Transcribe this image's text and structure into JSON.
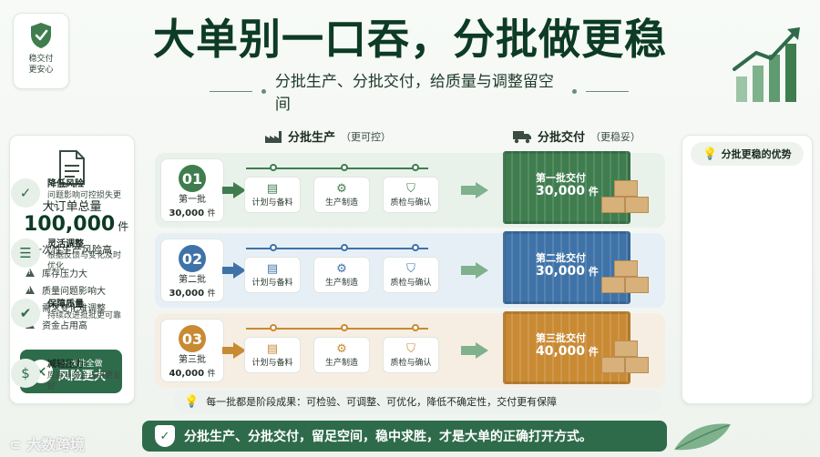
{
  "header": {
    "badge_line1": "稳交付",
    "badge_line2": "更安心",
    "title": "大单别一口吞，分批做更稳",
    "subtitle": "分批生产、分批交付，给质量与调整留空间"
  },
  "left_card": {
    "label": "大订单总量",
    "total": "100,000",
    "unit": "件",
    "risk_title": "一次性生产风险高",
    "risks": [
      "库存压力大",
      "质量问题影响大",
      "需求变化难调整",
      "资金占用高"
    ],
    "danger_line1": "一次性全做",
    "danger_line2": "风险更大"
  },
  "sections": {
    "production": "分批生产",
    "production_sub": "（更可控）",
    "delivery": "分批交付",
    "delivery_sub": "（更稳妥）"
  },
  "steps": [
    "计划与备料",
    "生产制造",
    "质检与确认"
  ],
  "batches": [
    {
      "num": "01",
      "name": "第一批",
      "qty": "30,000",
      "unit": "件",
      "cont_name": "第一批交付",
      "color": "#3f7d4f"
    },
    {
      "num": "02",
      "name": "第二批",
      "qty": "30,000",
      "unit": "件",
      "cont_name": "第二批交付",
      "color": "#3f73a8"
    },
    {
      "num": "03",
      "name": "第三批",
      "qty": "40,000",
      "unit": "件",
      "cont_name": "第三批交付",
      "color": "#c98a34"
    }
  ],
  "right_card": {
    "title": "分批更稳的优势",
    "items": [
      {
        "title": "降低风险",
        "desc": "问题影响可控损失更小",
        "icon": "shield-check-icon"
      },
      {
        "title": "灵活调整",
        "desc": "根据反馈与变化及时优化",
        "icon": "sliders-icon"
      },
      {
        "title": "保障质量",
        "desc": "持续改进批批更可靠",
        "icon": "badge-check-icon"
      },
      {
        "title": "减轻压力",
        "desc": "库存与资金占用更友好",
        "icon": "money-icon"
      }
    ]
  },
  "note": "每一批都是阶段成果：可检验、可调整、可优化，降低不确定性，交付更有保障",
  "footer": "分批生产、分批交付，留足空间，稳中求胜，才是大单的正确打开方式。",
  "watermark": "大数跨境",
  "colors": {
    "brand": "#2e6b4a",
    "green": "#3f7d4f",
    "blue": "#3f73a8",
    "orange": "#c98a34"
  }
}
